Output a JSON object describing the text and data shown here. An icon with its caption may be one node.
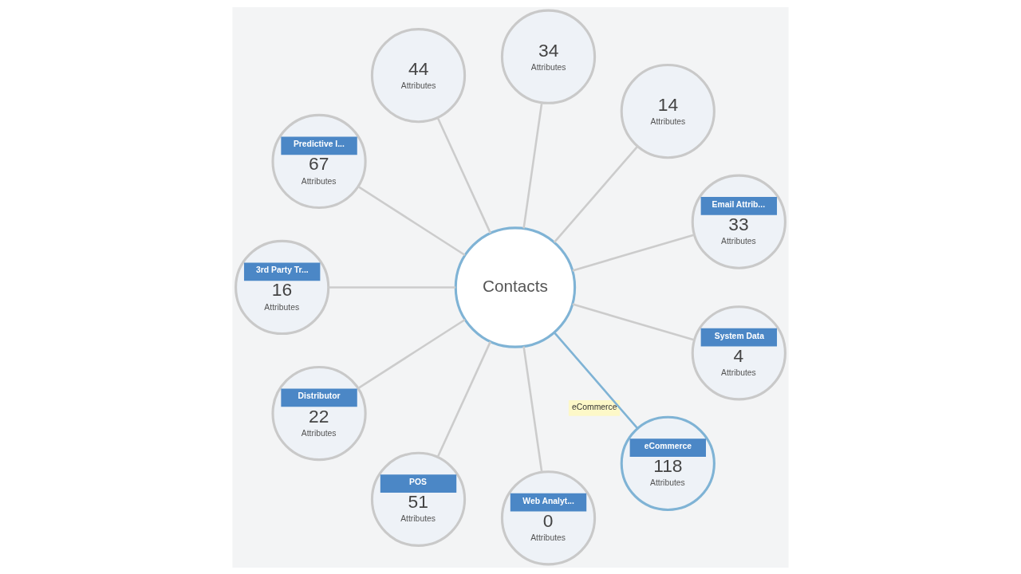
{
  "diagram": {
    "nodes": [
      {
        "text": [
          "Contacts"
        ]
      },
      {
        "text": [
          "34",
          "Attributes"
        ]
      },
      {
        "text": [
          "14",
          "Attributes"
        ]
      },
      {
        "text": [
          "Email Attrib...",
          "33",
          "Attributes"
        ]
      },
      {
        "text": [
          "System Data",
          "4",
          "Attributes"
        ]
      },
      {
        "text": [
          "eCommerce",
          "118",
          "Attributes"
        ],
        "beside": [
          "eCommerce"
        ]
      },
      {
        "text": [
          "Web Analyt...",
          "0",
          "Attributes"
        ]
      },
      {
        "text": [
          "POS",
          "51",
          "Attributes"
        ]
      },
      {
        "text": [
          "Distributor",
          "22",
          "Attributes"
        ]
      },
      {
        "text": [
          "3rd Party Tr...",
          "16",
          "Attributes"
        ]
      },
      {
        "text": [
          "Predictive I...",
          "67",
          "Attributes"
        ]
      },
      {
        "text": [
          "44",
          "Attributes"
        ]
      }
    ],
    "edges": [
      {
        "from": 0,
        "to": 1,
        "arrow": "none"
      },
      {
        "from": 0,
        "to": 2,
        "arrow": "none"
      },
      {
        "from": 0,
        "to": 3,
        "arrow": "none"
      },
      {
        "from": 0,
        "to": 4,
        "arrow": "none"
      },
      {
        "from": 0,
        "to": 5,
        "arrow": "none",
        "color": "#7fb3d5"
      },
      {
        "from": 0,
        "to": 6,
        "arrow": "none"
      },
      {
        "from": 0,
        "to": 7,
        "arrow": "none"
      },
      {
        "from": 0,
        "to": 8,
        "arrow": "none"
      },
      {
        "from": 0,
        "to": 9,
        "arrow": "none"
      },
      {
        "from": 0,
        "to": 10,
        "arrow": "none"
      },
      {
        "from": 0,
        "to": 11,
        "arrow": "none"
      }
    ]
  }
}
